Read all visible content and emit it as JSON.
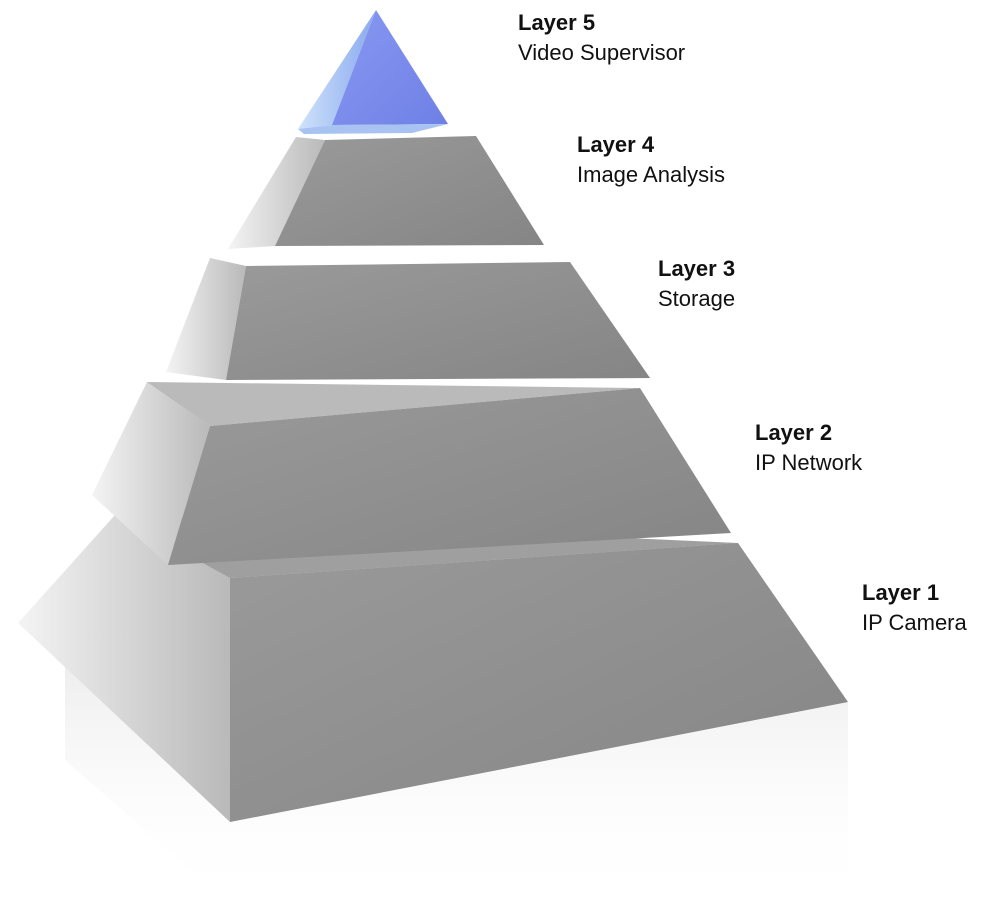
{
  "layers": [
    {
      "title": "Layer 5",
      "description": "Video Supervisor"
    },
    {
      "title": "Layer 4",
      "description": "Image Analysis"
    },
    {
      "title": "Layer 3",
      "description": "Storage"
    },
    {
      "title": "Layer 2",
      "description": "IP Network"
    },
    {
      "title": "Layer 1",
      "description": "IP Camera"
    }
  ],
  "colors": {
    "apex": "#7f90ee",
    "apex_light": "#a9c6f4",
    "tier_front": "#8c8c8c",
    "tier_side_light": "#d9d9d9",
    "tier_side_dark": "#6e6e6e",
    "text": "#111111"
  }
}
